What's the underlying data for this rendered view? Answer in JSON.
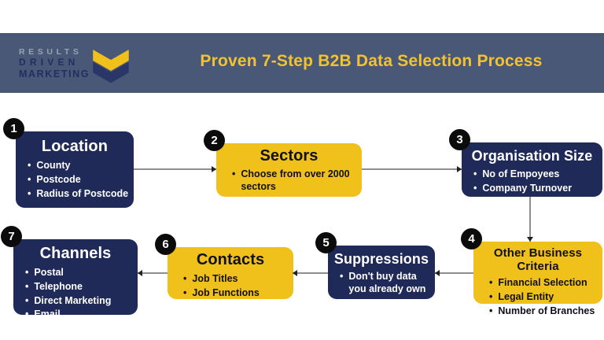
{
  "header": {
    "logo_line1": "RESULTS",
    "logo_line2": "DRIVEN",
    "logo_line3": "MARKETING",
    "title": "Proven 7-Step B2B Data Selection Process"
  },
  "icons": {
    "logo": "double-chevron-down"
  },
  "steps": [
    {
      "number": "1",
      "title": "Location",
      "bullets": [
        "County",
        "Postcode",
        "Radius of Postcode"
      ],
      "variant": "navy"
    },
    {
      "number": "2",
      "title": "Sectors",
      "bullets": [
        "Choose from over 2000 sectors"
      ],
      "variant": "yellow"
    },
    {
      "number": "3",
      "title": "Organisation Size",
      "bullets": [
        "No of Empoyees",
        "Company Turnover"
      ],
      "variant": "navy"
    },
    {
      "number": "4",
      "title": "Other Business Criteria",
      "bullets": [
        "Financial Selection",
        "Legal Entity",
        "Number of Branches"
      ],
      "variant": "yellow"
    },
    {
      "number": "5",
      "title": "Suppressions",
      "bullets": [
        "Don't buy data you already own"
      ],
      "variant": "navy"
    },
    {
      "number": "6",
      "title": "Contacts",
      "bullets": [
        "Job Titles",
        "Job Functions"
      ],
      "variant": "yellow"
    },
    {
      "number": "7",
      "title": "Channels",
      "bullets": [
        "Postal",
        "Telephone",
        "Direct Marketing",
        "Email"
      ],
      "variant": "navy"
    }
  ],
  "flow": [
    "1->2",
    "2->3",
    "3->4",
    "4->5",
    "5->6",
    "6->7"
  ],
  "colors": {
    "navy": "#1f2a58",
    "yellow": "#f0c11b",
    "header_bg": "#4a5878",
    "title_gold": "#f1c232",
    "circle": "#0b0b0b",
    "line": "#8f8f8f",
    "arrow": "#222222",
    "logo_gray": "#9aa1b3",
    "logo_navy": "#232e60"
  }
}
